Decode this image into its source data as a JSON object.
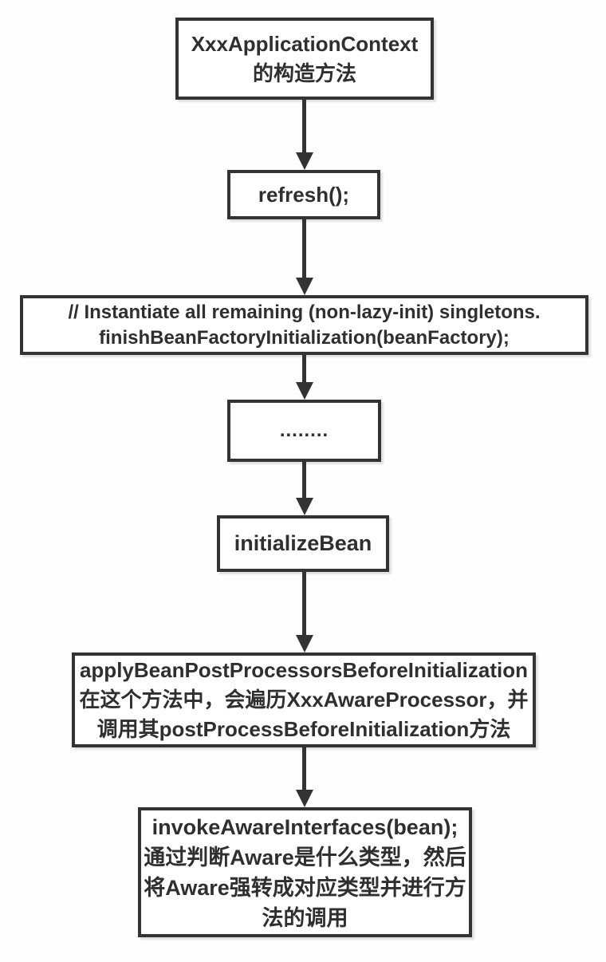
{
  "diagram": {
    "type": "flowchart",
    "direction": "top-down",
    "colors": {
      "stroke": "#333333",
      "text": "#2f2f2f",
      "node_fill": "#ffffff",
      "background": "#fefefe"
    },
    "nodes": [
      {
        "id": "xxx-application-context-constructor",
        "lines": [
          "XxxApplicationContext",
          "的构造方法"
        ]
      },
      {
        "id": "refresh",
        "lines": [
          "refresh();"
        ]
      },
      {
        "id": "finish-bean-factory-initialization",
        "lines": [
          "// Instantiate all remaining (non-lazy-init) singletons.",
          "finishBeanFactoryInitialization(beanFactory);"
        ]
      },
      {
        "id": "ellipsis",
        "lines": [
          "........"
        ]
      },
      {
        "id": "initialize-bean",
        "lines": [
          "initializeBean"
        ]
      },
      {
        "id": "apply-bean-post-processors-before-initialization",
        "lines": [
          "applyBeanPostProcessorsBeforeInitialization",
          "在这个方法中，会遍历XxxAwareProcessor，并",
          "调用其postProcessBeforeInitialization方法"
        ]
      },
      {
        "id": "invoke-aware-interfaces",
        "lines": [
          "invokeAwareInterfaces(bean);",
          "通过判断Aware是什么类型，然后",
          "将Aware强转成对应类型并进行方",
          "法的调用"
        ]
      }
    ],
    "edges": [
      {
        "from": "xxx-application-context-constructor",
        "to": "refresh"
      },
      {
        "from": "refresh",
        "to": "finish-bean-factory-initialization"
      },
      {
        "from": "finish-bean-factory-initialization",
        "to": "ellipsis"
      },
      {
        "from": "ellipsis",
        "to": "initialize-bean"
      },
      {
        "from": "initialize-bean",
        "to": "apply-bean-post-processors-before-initialization"
      },
      {
        "from": "apply-bean-post-processors-before-initialization",
        "to": "invoke-aware-interfaces"
      }
    ]
  }
}
